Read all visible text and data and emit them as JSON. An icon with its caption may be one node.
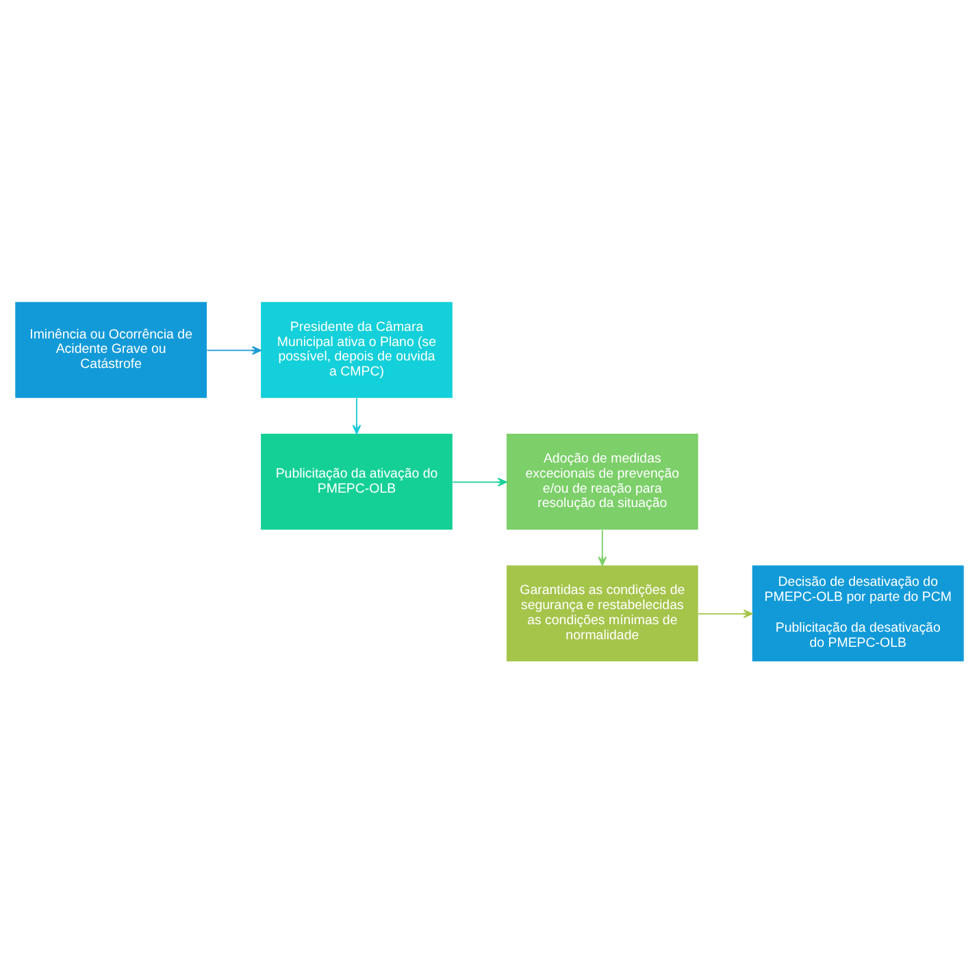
{
  "diagram": {
    "nodes": [
      {
        "text": [
          "Iminência ou Ocorrência de Acidente Grave ou Catástrofe"
        ]
      },
      {
        "text": [
          "Presidente da Câmara Municipal ativa o Plano (se possível, depois de ouvida a CMPC)"
        ]
      },
      {
        "text": [
          "Publicitação da ativação do PMEPC-OLB"
        ]
      },
      {
        "text": [
          "Adoção de medidas excecionais de prevenção e/ou de reação para resolução da situação"
        ]
      },
      {
        "text": [
          "Garantidas as condições de segurança e restabelecidas as condições mínimas de normalidade"
        ]
      },
      {
        "text": [
          "Decisão de desativação do PMEPC-OLB por parte do PCM",
          "Publicitação da desativação do PMEPC-OLB"
        ]
      }
    ],
    "edges": [
      {
        "from": 0,
        "to": 1,
        "arrow": "to",
        "color": "#1a9ad6"
      },
      {
        "from": 1,
        "to": 2,
        "arrow": "to",
        "color": "#18c9d6"
      },
      {
        "from": 2,
        "to": 3,
        "arrow": "to",
        "color": "#18cf98"
      },
      {
        "from": 3,
        "to": 4,
        "arrow": "to",
        "color": "#7ccf69"
      },
      {
        "from": 4,
        "to": 5,
        "arrow": "to",
        "color": "#a5c44a"
      }
    ]
  }
}
